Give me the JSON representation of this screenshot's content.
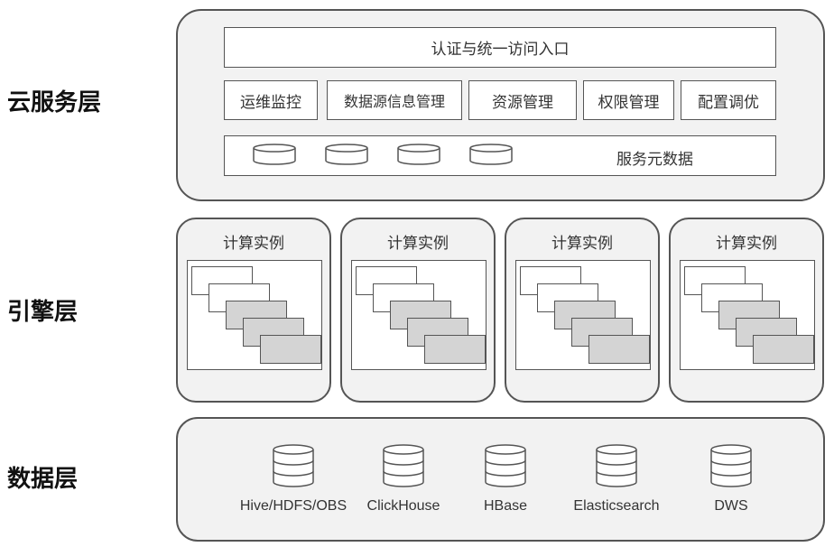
{
  "layers": {
    "cloud": "云服务层",
    "engine": "引擎层",
    "data": "数据层"
  },
  "cloud_service": {
    "auth": "认证与统一访问入口",
    "modules": [
      "运维监控",
      "数据源信息管理",
      "资源管理",
      "权限管理",
      "配置调优"
    ],
    "metadata": "服务元数据"
  },
  "engines": [
    {
      "title": "计算实例"
    },
    {
      "title": "计算实例"
    },
    {
      "title": "计算实例"
    },
    {
      "title": "计算实例"
    }
  ],
  "data_sources": [
    "Hive/HDFS/OBS",
    "ClickHouse",
    "HBase",
    "Elasticsearch",
    "DWS"
  ],
  "colors": {
    "panel_bg": "#f2f2f2",
    "border": "#555555",
    "task_gray": "#d4d4d4"
  }
}
